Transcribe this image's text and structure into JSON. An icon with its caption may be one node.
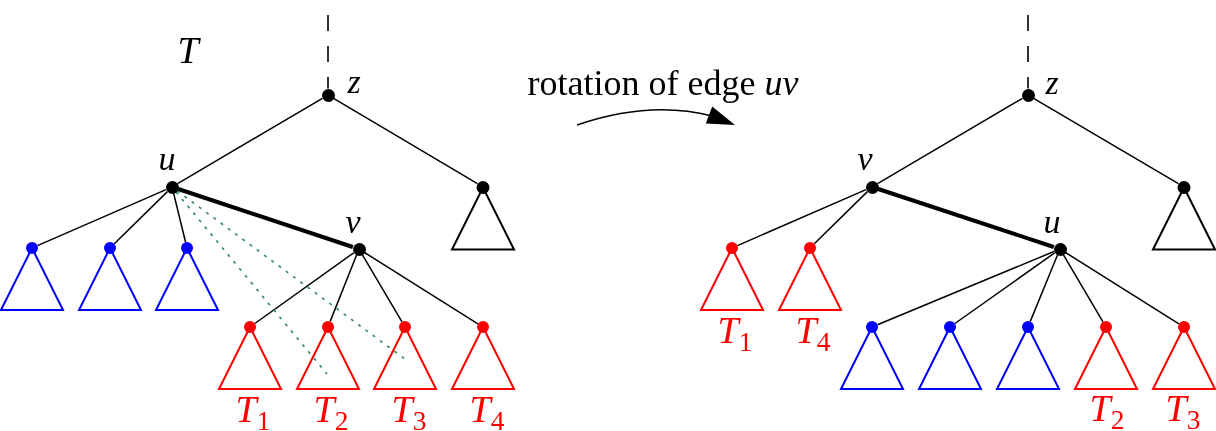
{
  "diagram": {
    "nodes": [
      {
        "text": [],
        "shape": "circle",
        "beside": [
          "z"
        ]
      },
      {
        "text": [],
        "shape": "circle",
        "beside": [
          "u"
        ]
      },
      {
        "text": [],
        "shape": "triangle"
      },
      {
        "text": [],
        "shape": "triangle"
      },
      {
        "text": [],
        "shape": "triangle"
      },
      {
        "text": [],
        "shape": "triangle"
      },
      {
        "text": [],
        "shape": "circle",
        "beside": [
          "v"
        ]
      },
      {
        "text": [],
        "shape": "triangle",
        "beside": [
          "*T*$_{1}$"
        ]
      },
      {
        "text": [],
        "shape": "triangle",
        "beside": [
          "*T*$_{2}$"
        ]
      },
      {
        "text": [],
        "shape": "triangle",
        "beside": [
          "*T*$_{3}$"
        ]
      },
      {
        "text": [],
        "shape": "triangle",
        "beside": [
          "*T*$_{4}$"
        ]
      },
      {
        "text": [],
        "shape": "circle",
        "beside": [
          "z"
        ]
      },
      {
        "text": [],
        "shape": "circle",
        "beside": [
          "v"
        ]
      },
      {
        "text": [],
        "shape": "triangle"
      },
      {
        "text": [],
        "shape": "triangle",
        "beside": [
          "*T*$_{1}$"
        ]
      },
      {
        "text": [],
        "shape": "triangle",
        "beside": [
          "*T*$_{4}$"
        ]
      },
      {
        "text": [],
        "shape": "circle",
        "beside": [
          "u"
        ]
      },
      {
        "text": [],
        "shape": "triangle"
      },
      {
        "text": [],
        "shape": "triangle"
      },
      {
        "text": [],
        "shape": "triangle"
      },
      {
        "text": [],
        "shape": "triangle",
        "beside": [
          "*T*$_{2}$"
        ]
      },
      {
        "text": [],
        "shape": "triangle",
        "beside": [
          "*T*$_{3}$"
        ]
      }
    ],
    "edges": [
      {
        "from": null,
        "to": 0,
        "arrow": "none",
        "style": "dashed"
      },
      {
        "from": 0,
        "to": 1,
        "arrow": "none"
      },
      {
        "from": 0,
        "to": 2,
        "arrow": "none"
      },
      {
        "from": 1,
        "to": 3,
        "arrow": "none"
      },
      {
        "from": 1,
        "to": 4,
        "arrow": "none"
      },
      {
        "from": 1,
        "to": 5,
        "arrow": "none"
      },
      {
        "from": 1,
        "to": 6,
        "arrow": "none",
        "style": "thick"
      },
      {
        "from": 6,
        "to": 7,
        "arrow": "none"
      },
      {
        "from": 6,
        "to": 8,
        "arrow": "none"
      },
      {
        "from": 6,
        "to": 9,
        "arrow": "none"
      },
      {
        "from": 6,
        "to": 10,
        "arrow": "none"
      },
      {
        "from": 1,
        "to": 8,
        "arrow": "none",
        "style": "dashed",
        "color": "#2e8b57"
      },
      {
        "from": 1,
        "to": 9,
        "arrow": "none",
        "style": "dashed",
        "color": "#2e8b57"
      },
      {
        "from": null,
        "to": 11,
        "arrow": "none",
        "style": "dashed"
      },
      {
        "from": 11,
        "to": 12,
        "arrow": "none"
      },
      {
        "from": 11,
        "to": 13,
        "arrow": "none"
      },
      {
        "from": 12,
        "to": 14,
        "arrow": "none"
      },
      {
        "from": 12,
        "to": 15,
        "arrow": "none"
      },
      {
        "from": 12,
        "to": 16,
        "arrow": "none",
        "style": "thick"
      },
      {
        "from": 16,
        "to": 17,
        "arrow": "none"
      },
      {
        "from": 16,
        "to": 18,
        "arrow": "none"
      },
      {
        "from": 16,
        "to": 19,
        "arrow": "none"
      },
      {
        "from": 16,
        "to": 20,
        "arrow": "none"
      },
      {
        "from": 16,
        "to": 21,
        "arrow": "none"
      }
    ],
    "labels": [
      "T",
      "rotation of edge *uv*"
    ]
  }
}
